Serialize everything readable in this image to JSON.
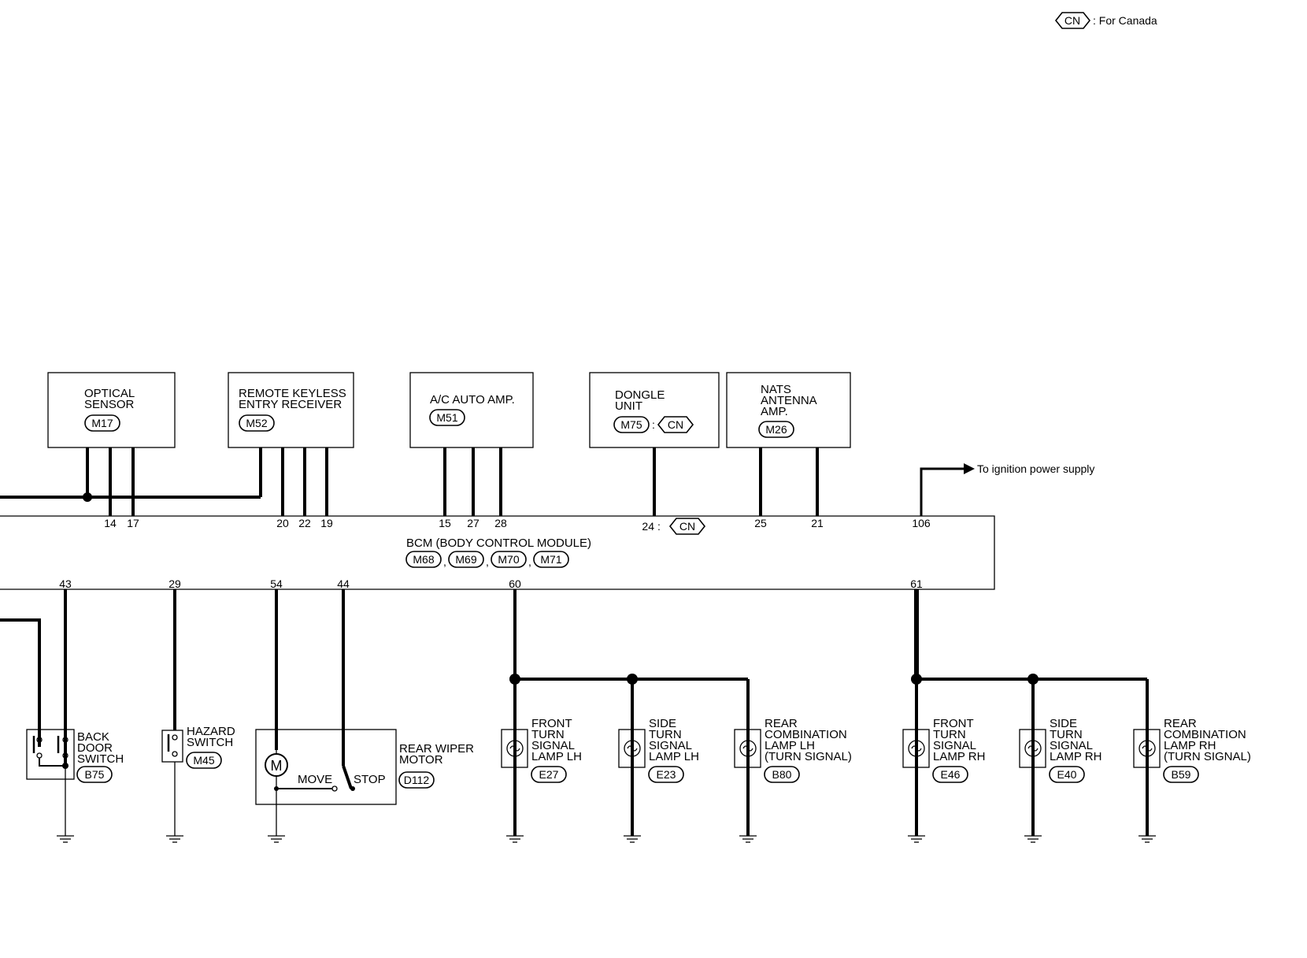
{
  "legend": {
    "cn_tag": "CN",
    "cn_text": ": For Canada"
  },
  "components": {
    "optical_sensor": {
      "line1": "OPTICAL",
      "line2": "SENSOR",
      "connector": "M17"
    },
    "remote_keyless": {
      "line1": "REMOTE KEYLESS",
      "line2": "ENTRY RECEIVER",
      "connector": "M52"
    },
    "ac_auto_amp": {
      "line1": "A/C AUTO AMP.",
      "connector": "M51"
    },
    "dongle_unit": {
      "line1": "DONGLE",
      "line2": "UNIT",
      "connector": "M75",
      "sep": ":",
      "cn": "CN"
    },
    "nats_antenna": {
      "line1": "NATS",
      "line2": "ANTENNA",
      "line3": "AMP.",
      "connector": "M26"
    },
    "bcm": {
      "title": "BCM (BODY CONTROL MODULE)",
      "c1": "M68",
      "c2": "M69",
      "c3": "M70",
      "c4": "M71",
      "comma": ","
    },
    "ignition": {
      "text": "To ignition power supply"
    },
    "back_door_switch": {
      "line1": "BACK",
      "line2": "DOOR",
      "line3": "SWITCH",
      "connector": "B75"
    },
    "hazard_switch": {
      "line1": "HAZARD",
      "line2": "SWITCH",
      "connector": "M45"
    },
    "rear_wiper_motor": {
      "line1": "REAR WIPER",
      "line2": "MOTOR",
      "connector": "D112",
      "motor": "M",
      "move": "MOVE",
      "stop": "STOP"
    },
    "front_turn_lh": {
      "line1": "FRONT",
      "line2": "TURN",
      "line3": "SIGNAL",
      "line4": "LAMP LH",
      "connector": "E27"
    },
    "side_turn_lh": {
      "line1": "SIDE",
      "line2": "TURN",
      "line3": "SIGNAL",
      "line4": "LAMP LH",
      "connector": "E23"
    },
    "rear_combo_lh": {
      "line1": "REAR",
      "line2": "COMBINATION",
      "line3": "LAMP LH",
      "line4": "(TURN SIGNAL)",
      "connector": "B80"
    },
    "front_turn_rh": {
      "line1": "FRONT",
      "line2": "TURN",
      "line3": "SIGNAL",
      "line4": "LAMP RH",
      "connector": "E46"
    },
    "side_turn_rh": {
      "line1": "SIDE",
      "line2": "TURN",
      "line3": "SIGNAL",
      "line4": "LAMP RH",
      "connector": "E40"
    },
    "rear_combo_rh": {
      "line1": "REAR",
      "line2": "COMBINATION",
      "line3": "LAMP RH",
      "line4": "(TURN SIGNAL)",
      "connector": "B59"
    }
  },
  "pins_top": {
    "p14": "14",
    "p17": "17",
    "p20": "20",
    "p22": "22",
    "p19": "19",
    "p15": "15",
    "p27": "27",
    "p28": "28",
    "p24": "24",
    "p24sep": ":",
    "p24cn": "CN",
    "p25": "25",
    "p21": "21",
    "p106": "106"
  },
  "pins_bottom": {
    "p43": "43",
    "p29": "29",
    "p54": "54",
    "p44": "44",
    "p60": "60",
    "p61": "61"
  }
}
